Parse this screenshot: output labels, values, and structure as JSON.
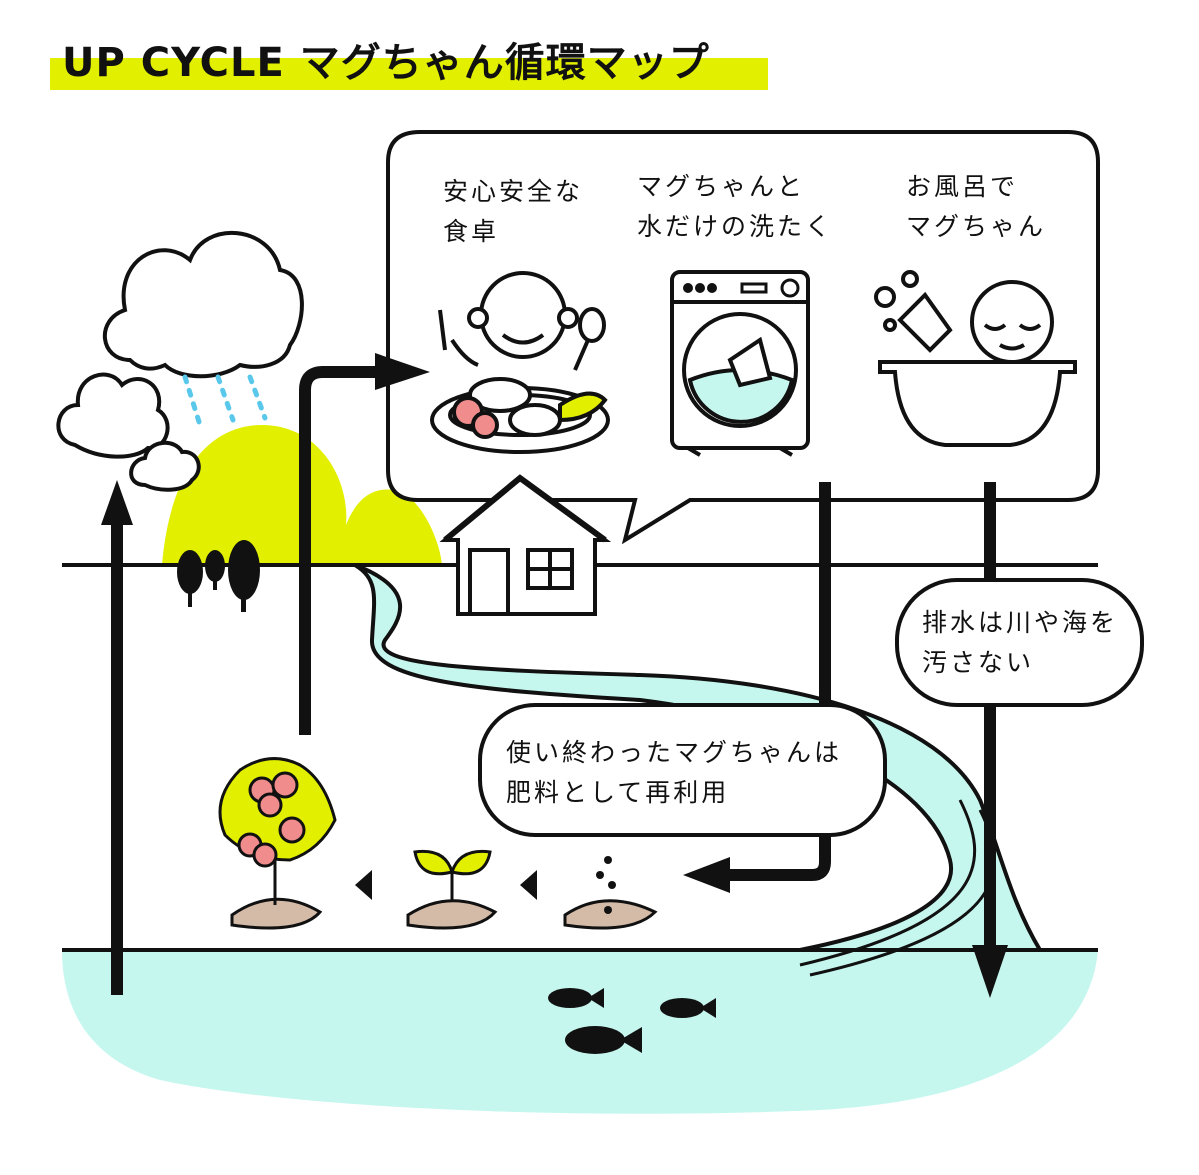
{
  "title": "UP CYCLE マグちゃん循環マップ",
  "colors": {
    "accent": "#e2f000",
    "water": "#c6f7ef",
    "rain": "#5ac8ea",
    "soil": "#d4bba8",
    "tomato": "#f08c8c"
  },
  "bubble": {
    "dining": {
      "line1": "安心安全な",
      "line2": "食卓"
    },
    "laundry": {
      "line1": "マグちゃんと",
      "line2": "水だけの洗たく"
    },
    "bath": {
      "line1": "お風呂で",
      "line2": "マグちゃん"
    }
  },
  "drainage": {
    "line1": "排水は川や海を",
    "line2": "汚さない"
  },
  "fertilizer": {
    "line1": "使い終わったマグちゃんは",
    "line2": "肥料として再利用"
  }
}
